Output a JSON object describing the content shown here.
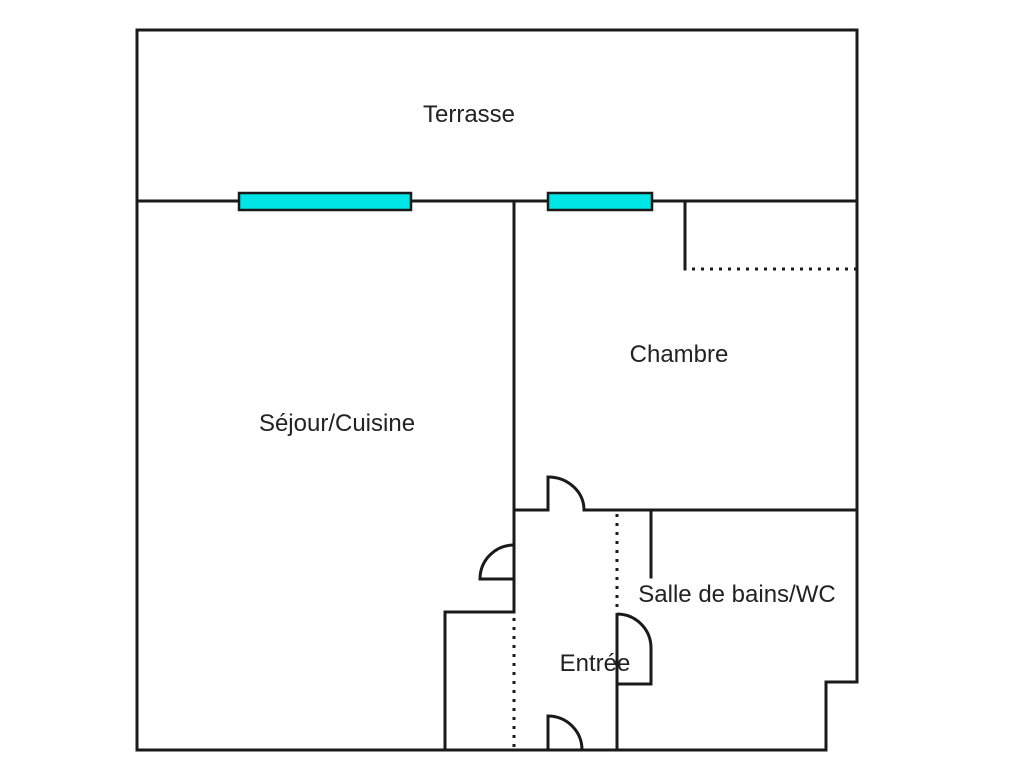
{
  "colors": {
    "wall": "#1a1a1a",
    "window": "#00e5e5",
    "background": "#ffffff",
    "label": "#222222"
  },
  "rooms": {
    "terrasse": "Terrasse",
    "sejour": "Séjour/Cuisine",
    "chambre": "Chambre",
    "salle_de_bains": "Salle de bains/WC",
    "entree": "Entrée"
  }
}
